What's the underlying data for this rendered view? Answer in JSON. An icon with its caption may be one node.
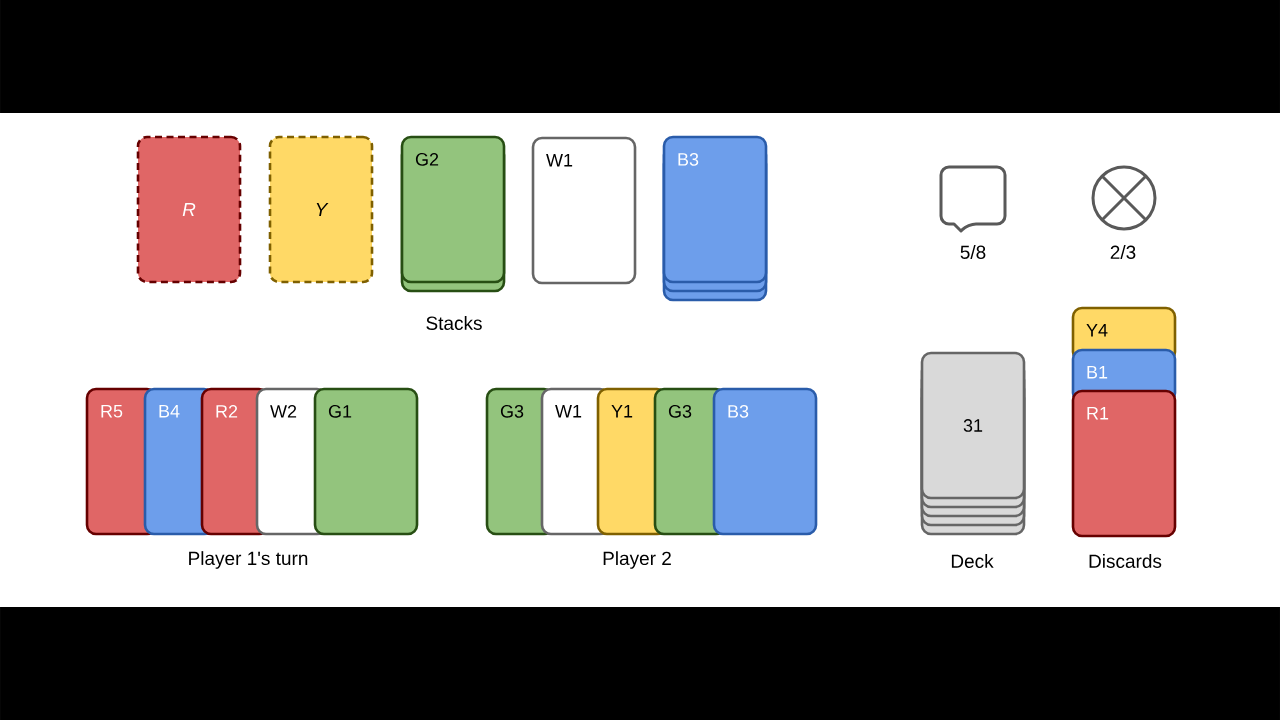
{
  "diagram": {
    "nodes": [
      {
        "text": [
          "R"
        ]
      },
      {
        "text": [
          "Y"
        ]
      },
      {
        "text": [
          "G2"
        ]
      },
      {
        "text": [
          "W1"
        ]
      },
      {
        "text": [
          "B3"
        ]
      },
      {
        "text": [
          "R5"
        ]
      },
      {
        "text": [
          "B4"
        ]
      },
      {
        "text": [
          "R2"
        ]
      },
      {
        "text": [
          "W2"
        ]
      },
      {
        "text": [
          "G1"
        ]
      },
      {
        "text": [
          "G3"
        ]
      },
      {
        "text": [
          "W1"
        ]
      },
      {
        "text": [
          "Y1"
        ]
      },
      {
        "text": [
          "G3"
        ]
      },
      {
        "text": [
          "B3"
        ]
      },
      {
        "text": [
          "31"
        ]
      },
      {
        "text": [
          "Y4"
        ]
      },
      {
        "text": [
          "B1"
        ]
      },
      {
        "text": [
          "R1"
        ]
      }
    ],
    "labels": [
      "5/8",
      "2/3",
      "Stacks",
      "Player 1's turn",
      "Player 2",
      "Deck",
      "Discards"
    ]
  }
}
